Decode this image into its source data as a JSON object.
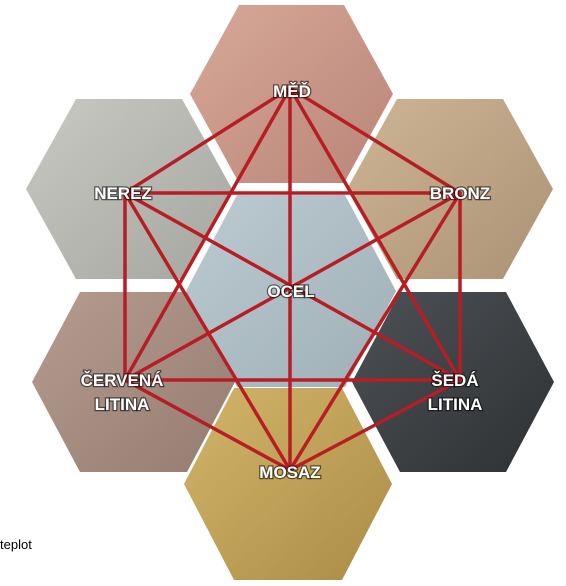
{
  "metals": {
    "med": "MĚĎ",
    "nerez": "NEREZ",
    "bronz": "BRONZ",
    "ocel": "OCEL",
    "cervena_litina": [
      "ČERVENÁ",
      "LITINA"
    ],
    "seda_litina": [
      "ŠEDÁ",
      "LITINA"
    ],
    "mosaz": "MOSAZ"
  },
  "colors": {
    "connection_lines": "#b81d24",
    "med": "#c9978a",
    "nerez": "#b9bab4",
    "bronz": "#c2a888",
    "ocel": "#aebdc4",
    "cervena_litina": "#a88f84",
    "seda_litina": "#3e4245",
    "mosaz": "#c3a55c"
  },
  "side_note": "teplot"
}
